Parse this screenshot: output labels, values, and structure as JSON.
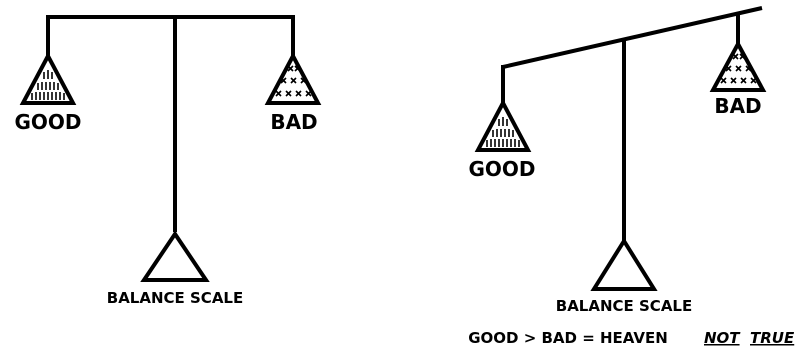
{
  "diagram": {
    "colors": {
      "ink": "#000000",
      "background": "#ffffff"
    },
    "left_scale": {
      "pan_left_label": "GOOD",
      "pan_right_label": "BAD",
      "base_label": "BALANCE SCALE",
      "left_pan_marks": "vertical lines",
      "right_pan_marks": "x marks"
    },
    "right_scale": {
      "pan_left_label": "GOOD",
      "pan_right_label": "BAD",
      "base_label": "BALANCE SCALE",
      "left_pan_marks": "vertical lines",
      "right_pan_marks": "x marks"
    },
    "caption": {
      "equation": "GOOD > BAD = HEAVEN",
      "not_word": "NOT",
      "true_word": "TRUE"
    }
  }
}
